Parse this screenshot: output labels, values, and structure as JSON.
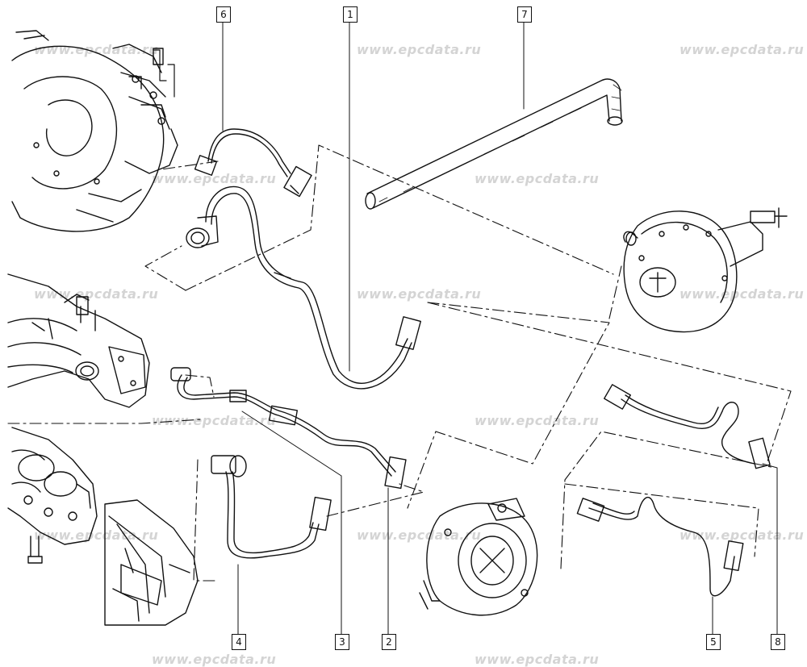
{
  "watermark": "www.epcdata.ru",
  "callouts": [
    {
      "id": "callout-1",
      "label": "1"
    },
    {
      "id": "callout-2",
      "label": "2"
    },
    {
      "id": "callout-3",
      "label": "3"
    },
    {
      "id": "callout-4",
      "label": "4"
    },
    {
      "id": "callout-5",
      "label": "5"
    },
    {
      "id": "callout-6",
      "label": "6"
    },
    {
      "id": "callout-7",
      "label": "7"
    },
    {
      "id": "callout-8",
      "label": "8"
    }
  ],
  "colors": {
    "line": "#111111",
    "watermark": "#d4d4d4",
    "background": "#ffffff"
  }
}
